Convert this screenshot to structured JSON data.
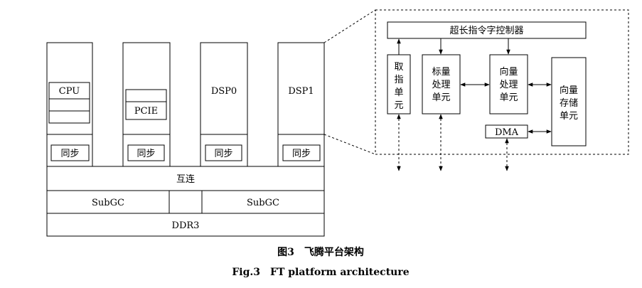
{
  "left": {
    "cpu_label": "CPU",
    "pcie_label": "PCIE",
    "dsp0_label": "DSP0",
    "dsp1_label": "DSP1",
    "sync_label": "同步",
    "interconnect_label": "互连",
    "subgc_left": "SubGC",
    "subgc_right": "SubGC",
    "ddr_label": "DDR3"
  },
  "right": {
    "controller_label": "超长指令字控制器",
    "fetch_label": [
      "取",
      "指",
      "单",
      "元"
    ],
    "scalar_label": [
      "标量",
      "处理",
      "单元"
    ],
    "vector_label": [
      "向量",
      "处理",
      "单元"
    ],
    "storage_label": [
      "向量",
      "存储",
      "单元"
    ],
    "dma_label": "DMA"
  },
  "caption": {
    "cn": "图3　飞腾平台架构",
    "en": "Fig.3　FT platform architecture"
  }
}
